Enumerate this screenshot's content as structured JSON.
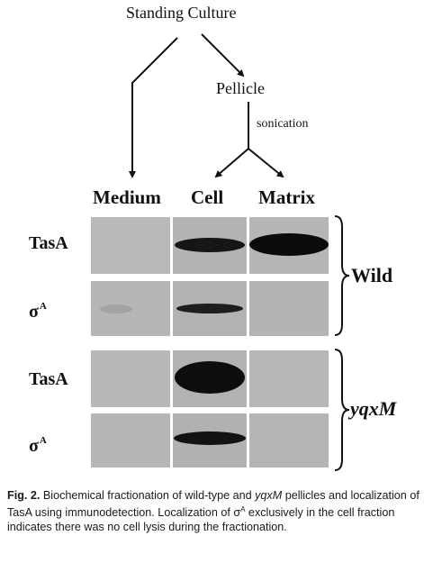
{
  "flow": {
    "top": "Standing Culture",
    "middle": "Pellicle",
    "step": "sonication"
  },
  "columns": [
    "Medium",
    "Cell",
    "Matrix"
  ],
  "row_labels": {
    "tasa": "TasA",
    "sigma": "σ",
    "sigma_sup": "A"
  },
  "groups": {
    "wild": "Wild",
    "mutant": "yqxM"
  },
  "blot_signal": {
    "wild_tasa": {
      "medium": 0.0,
      "cell": 0.7,
      "matrix": 1.0
    },
    "wild_sigma": {
      "medium": 0.05,
      "cell": 0.55,
      "matrix": 0.0
    },
    "mutant_tasa": {
      "medium": 0.0,
      "cell": 0.95,
      "matrix": 0.0
    },
    "mutant_sigma": {
      "medium": 0.0,
      "cell": 0.85,
      "matrix": 0.0
    }
  },
  "caption": {
    "fig_label": "Fig. 2.",
    "part1": " Biochemical fractionation of wild-type and ",
    "gene": "yqxM",
    "part2": " pellicles and localization of TasA using immunodetection. Localization of σ",
    "sup": "A",
    "part3": " exclusively in the cell fraction indicates there was no cell lysis during the fractionation."
  }
}
